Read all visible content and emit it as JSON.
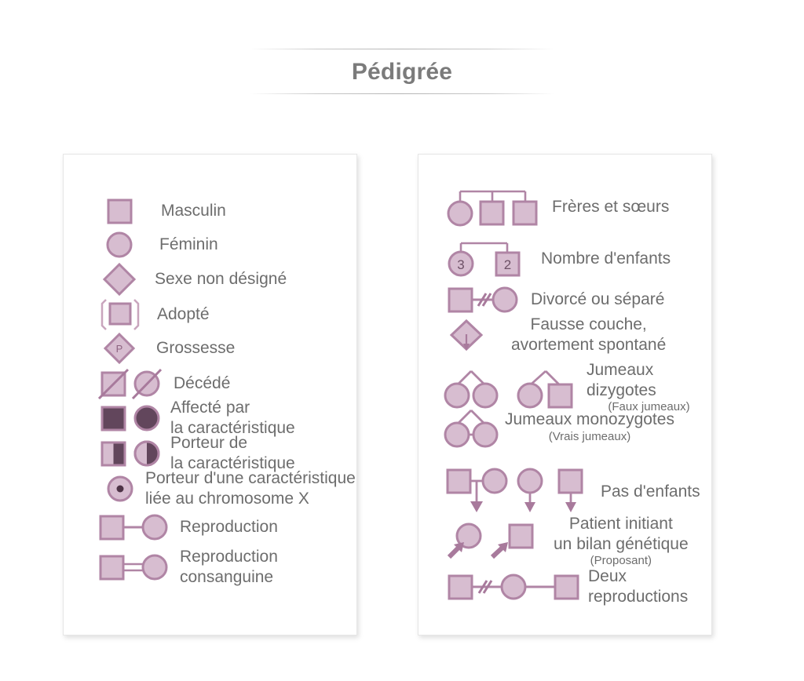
{
  "page": {
    "title": "Pédigrée",
    "colors": {
      "shape_fill": "#d7bdd0",
      "shape_stroke": "#b085a5",
      "affected_fill": "#62465c",
      "line": "#b085a5",
      "text": "#6d6d6d",
      "title_text": "#7b7b7b",
      "panel_bg": "#ffffff",
      "panel_border": "#e6e6e6"
    }
  },
  "left_panel": {
    "name": "symbol-legend-panel",
    "items": [
      {
        "id": "masculin",
        "icon": "square-symbol",
        "label": "Masculin"
      },
      {
        "id": "feminin",
        "icon": "circle-symbol",
        "label": "Féminin"
      },
      {
        "id": "sexe-non-designe",
        "icon": "diamond-symbol",
        "label": "Sexe non désigné"
      },
      {
        "id": "adopte",
        "icon": "bracketed-square-symbol",
        "label": "Adopté"
      },
      {
        "id": "grossesse",
        "icon": "diamond-p-symbol",
        "label": "Grossesse",
        "glyph_text": "P"
      },
      {
        "id": "decede",
        "icon": "slashed-shapes-symbol",
        "label": "Décédé"
      },
      {
        "id": "affecte",
        "icon": "filled-shapes-symbol",
        "label": "Affecté par\nla caractéristique"
      },
      {
        "id": "porteur",
        "icon": "half-filled-shapes-symbol",
        "label": "Porteur de\nla caractéristique"
      },
      {
        "id": "porteur-x",
        "icon": "dotted-circle-symbol",
        "label": "Porteur d'une caractéristique\nliée au chromosome X"
      },
      {
        "id": "reproduction",
        "icon": "union-line-symbol",
        "label": "Reproduction"
      },
      {
        "id": "consanguine",
        "icon": "double-union-line-symbol",
        "label": "Reproduction\nconsanguine"
      }
    ]
  },
  "right_panel": {
    "name": "relationship-legend-panel",
    "items": [
      {
        "id": "freres-soeurs",
        "icon": "sibship-symbol",
        "label": "Frères et sœurs"
      },
      {
        "id": "nombre-enfants",
        "icon": "numbered-sibship-symbol",
        "label": "Nombre d'enfants",
        "glyph_numbers": {
          "circle": "3",
          "square": "2"
        }
      },
      {
        "id": "divorce",
        "icon": "divorced-union-symbol",
        "label": "Divorcé ou séparé"
      },
      {
        "id": "fausse-couche",
        "icon": "miscarriage-diamond-symbol",
        "label": "Fausse couche,\navortement spontané"
      },
      {
        "id": "jumeaux-dizygotes",
        "icon": "dizygotic-twins-symbol",
        "label": "Jumeaux dizygotes",
        "sub": "(Faux jumeaux)"
      },
      {
        "id": "jumeaux-monozygotes",
        "icon": "monozygotic-twins-symbol",
        "label": "Jumeaux monozygotes",
        "sub": "(Vrais jumeaux)"
      },
      {
        "id": "pas-enfants",
        "icon": "no-children-symbol",
        "label": "Pas d'enfants"
      },
      {
        "id": "proposant",
        "icon": "proband-arrow-symbol",
        "label": "Patient initiant\nun bilan génétique",
        "sub": "(Proposant)"
      },
      {
        "id": "deux-reproductions",
        "icon": "two-unions-symbol",
        "label": "Deux\nreproductions"
      }
    ]
  }
}
